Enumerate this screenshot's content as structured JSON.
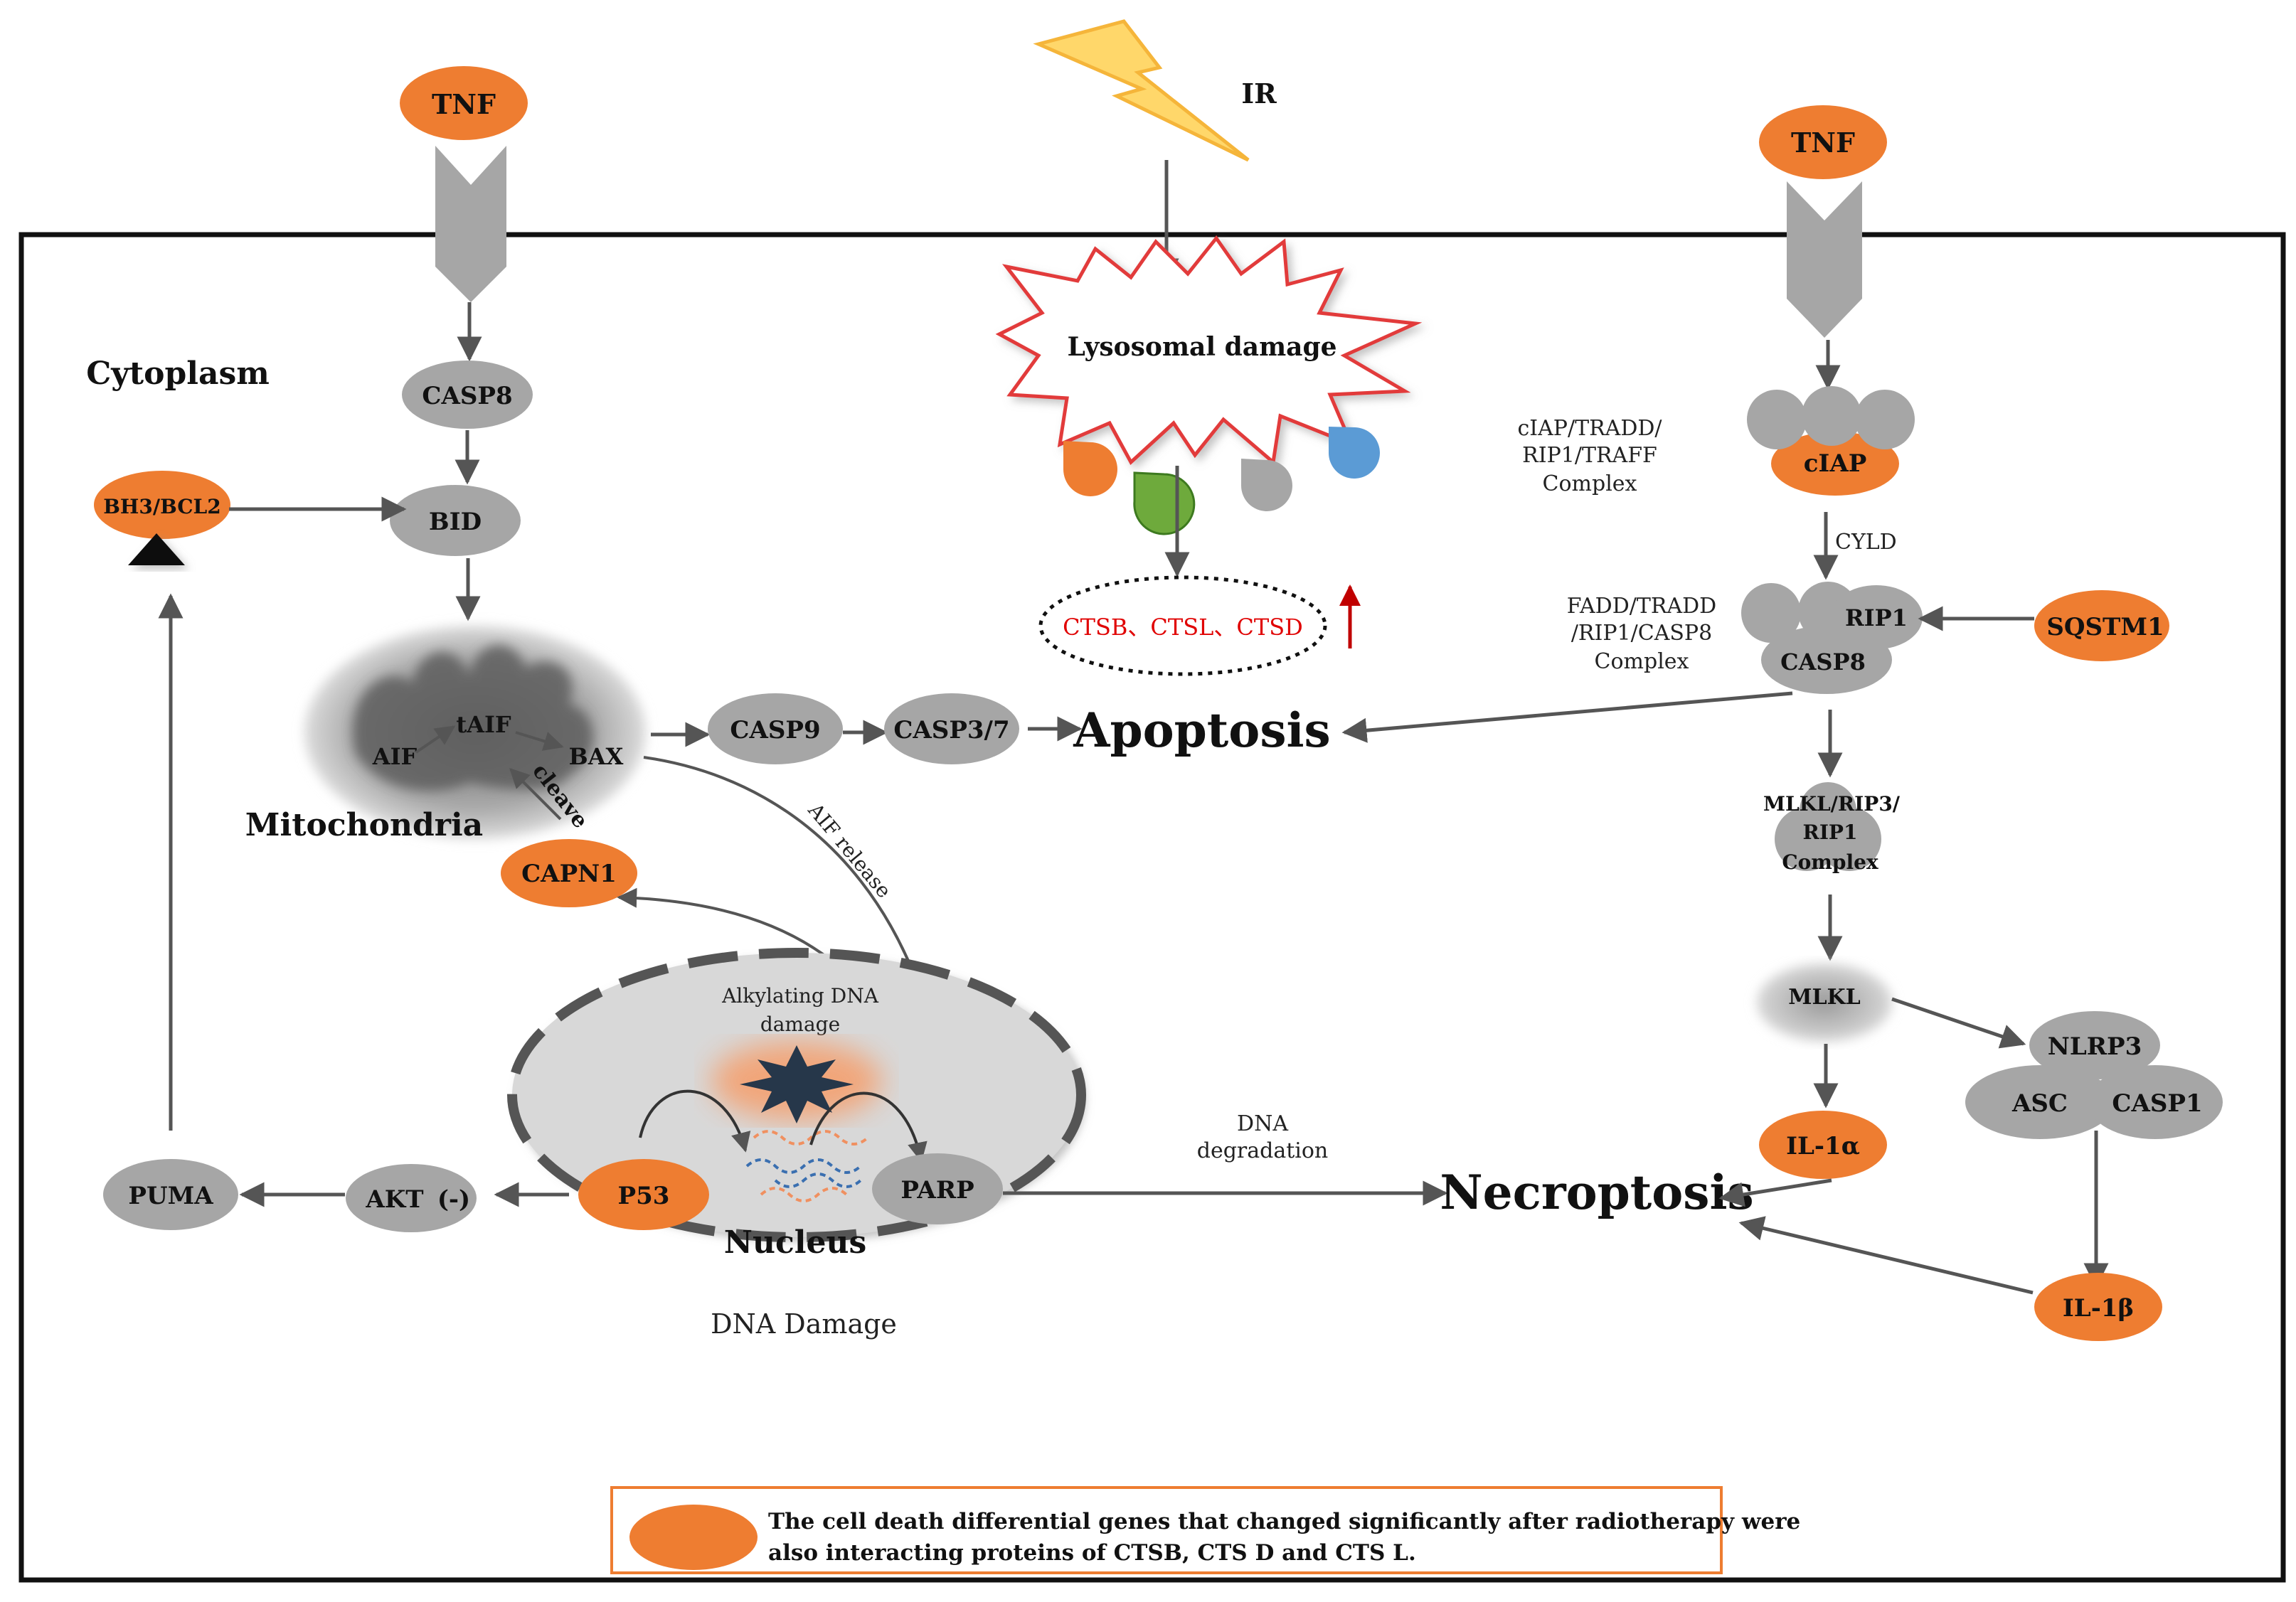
{
  "title_labels": {
    "cytoplasm": "Cytoplasm",
    "mitochondria": "Mitochondria",
    "nucleus": "Nucleus",
    "dna_damage": "DNA Damage",
    "ir": "IR",
    "lysosomal_damage": "Lysosomal damage",
    "alkylating_dna_damage_1": "Alkylating DNA",
    "alkylating_dna_damage_2": "damage",
    "aif_release": "AIF release",
    "cleave": "cleave",
    "dna_degradation_1": "DNA",
    "dna_degradation_2": "degradation",
    "cyld": "CYLD"
  },
  "outcomes": {
    "apoptosis": "Apoptosis",
    "necroptosis": "Necroptosis"
  },
  "nodes": {
    "tnf_left": "TNF",
    "tnf_right": "TNF",
    "casp8": "CASP8",
    "bid": "BID",
    "bh3_bcl2": "BH3/BCL2",
    "aif": "AIF",
    "taif": "tAIF",
    "bax": "BAX",
    "casp9": "CASP9",
    "casp37": "CASP3/7",
    "capn1": "CAPN1",
    "p53": "P53",
    "parp": "PARP",
    "akt": "AKT",
    "akt_sign": "(-)",
    "puma": "PUMA",
    "ciap": "cIAP",
    "rip1": "RIP1",
    "casp8_complex": "CASP8",
    "sqstm1": "SQSTM1",
    "mlkl_complex_1": "MLKL/RIP3/",
    "mlkl_complex_2": "RIP1",
    "mlkl_complex_3": "Complex",
    "mlkl": "MLKL",
    "nlrp3": "NLRP3",
    "asc": "ASC",
    "casp1": "CASP1",
    "il1a": "IL-1α",
    "il1b": "IL-1β",
    "cathepsins": "CTSB、CTSL、CTSD"
  },
  "complex_labels": {
    "ciap_complex_1": "cIAP/TRADD/",
    "ciap_complex_2": "RIP1/TRAFF",
    "ciap_complex_3": "Complex",
    "fadd_complex_1": "FADD/TRADD",
    "fadd_complex_2": "/RIP1/CASP8",
    "fadd_complex_3": "Complex"
  },
  "legend": {
    "line1": "The cell death differential genes that changed significantly after radiotherapy were",
    "line2": "also interacting proteins of CTSB, CTS D and CTS L."
  },
  "colors": {
    "orange": "#EE7D31",
    "gray": "#A6A6A6",
    "red": "#E00000",
    "arrow": "#555555"
  }
}
